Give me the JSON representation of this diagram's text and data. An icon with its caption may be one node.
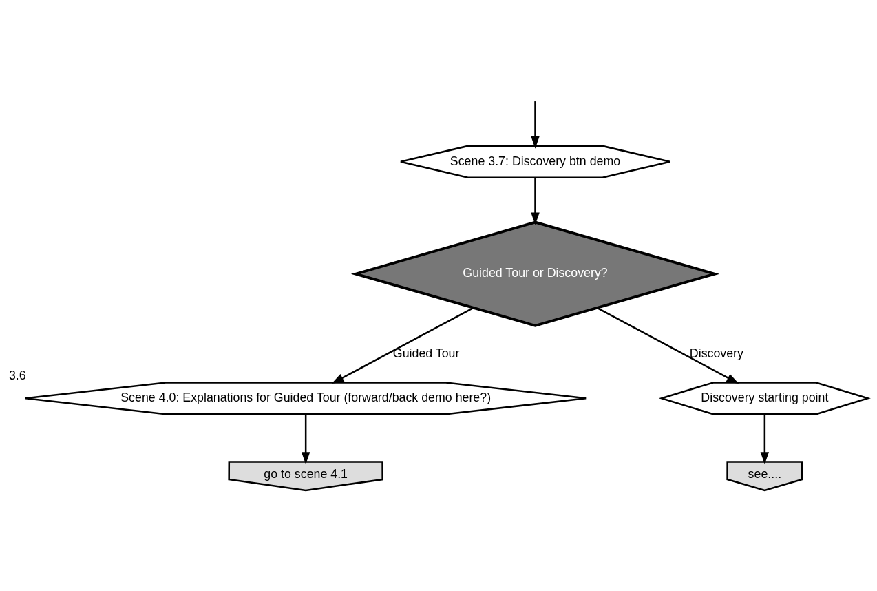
{
  "diagram": {
    "nodes": [
      {
        "text": [
          "Scene 3.7: Discovery btn demo"
        ]
      },
      {
        "text": [
          "Guided Tour or Discovery?"
        ]
      },
      {
        "text": [
          "Scene 4.0: Explanations for Guided Tour (forward/back demo here?)"
        ],
        "beside": [
          "3.6"
        ]
      },
      {
        "text": [
          "Discovery starting point"
        ]
      },
      {
        "text": [
          "go to scene 4.1"
        ]
      },
      {
        "text": [
          "see...."
        ]
      }
    ],
    "edges": [
      {
        "from": null,
        "to": 0,
        "arrow": "to"
      },
      {
        "from": 0,
        "to": 1,
        "arrow": "to"
      },
      {
        "from": 1,
        "to": 2,
        "arrow": "to",
        "label": "Guided Tour"
      },
      {
        "from": 1,
        "to": 3,
        "arrow": "to",
        "label": "Discovery"
      },
      {
        "from": 2,
        "to": 4,
        "arrow": "to"
      },
      {
        "from": 3,
        "to": 5,
        "arrow": "to"
      }
    ]
  }
}
